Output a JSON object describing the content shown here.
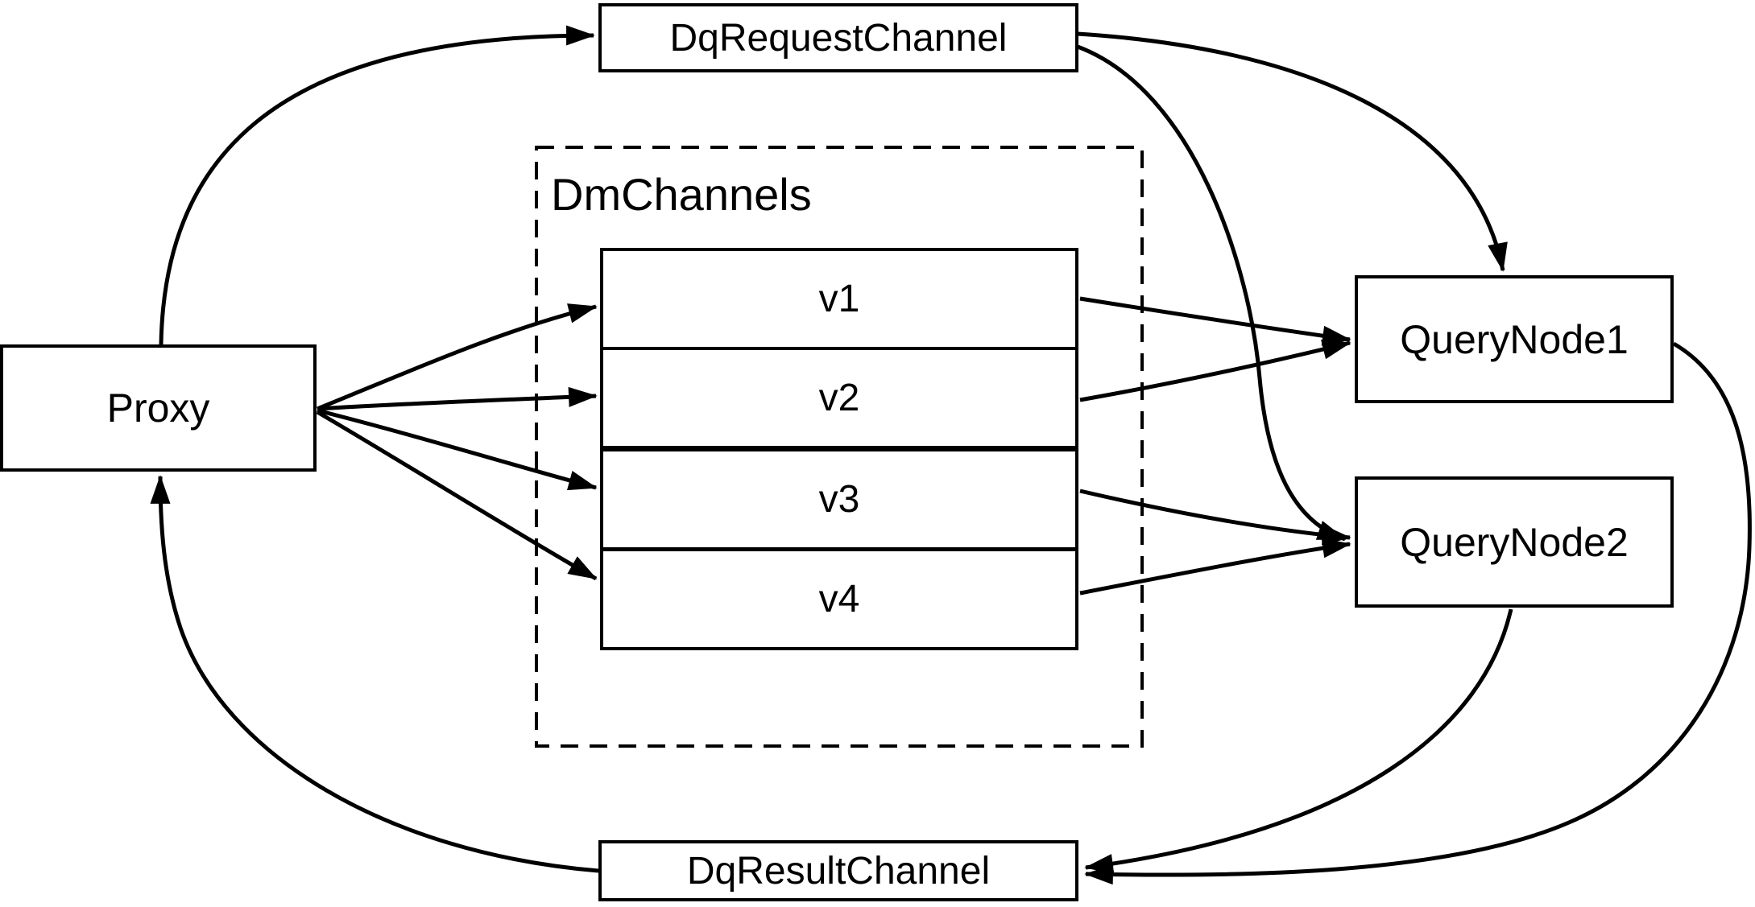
{
  "diagram": {
    "colors": {
      "stroke": "#000000",
      "background": "#ffffff"
    },
    "nodes": {
      "proxy": {
        "label": "Proxy"
      },
      "dq_request_channel": {
        "label": "DqRequestChannel"
      },
      "dm_channels_group": {
        "label": "DmChannels"
      },
      "channels": [
        {
          "label": "v1"
        },
        {
          "label": "v2"
        },
        {
          "label": "v3"
        },
        {
          "label": "v4"
        }
      ],
      "query_node_1": {
        "label": "QueryNode1"
      },
      "query_node_2": {
        "label": "QueryNode2"
      },
      "dq_result_channel": {
        "label": "DqResultChannel"
      }
    },
    "edges": [
      {
        "from": "Proxy",
        "to": "DqRequestChannel"
      },
      {
        "from": "Proxy",
        "to": "v1"
      },
      {
        "from": "Proxy",
        "to": "v2"
      },
      {
        "from": "Proxy",
        "to": "v3"
      },
      {
        "from": "Proxy",
        "to": "v4"
      },
      {
        "from": "v1",
        "to": "QueryNode1"
      },
      {
        "from": "v2",
        "to": "QueryNode1"
      },
      {
        "from": "v3",
        "to": "QueryNode2"
      },
      {
        "from": "v4",
        "to": "QueryNode2"
      },
      {
        "from": "DqRequestChannel",
        "to": "QueryNode1"
      },
      {
        "from": "DqRequestChannel",
        "to": "QueryNode2"
      },
      {
        "from": "QueryNode1",
        "to": "DqResultChannel"
      },
      {
        "from": "QueryNode2",
        "to": "DqResultChannel"
      },
      {
        "from": "DqResultChannel",
        "to": "Proxy"
      }
    ]
  }
}
